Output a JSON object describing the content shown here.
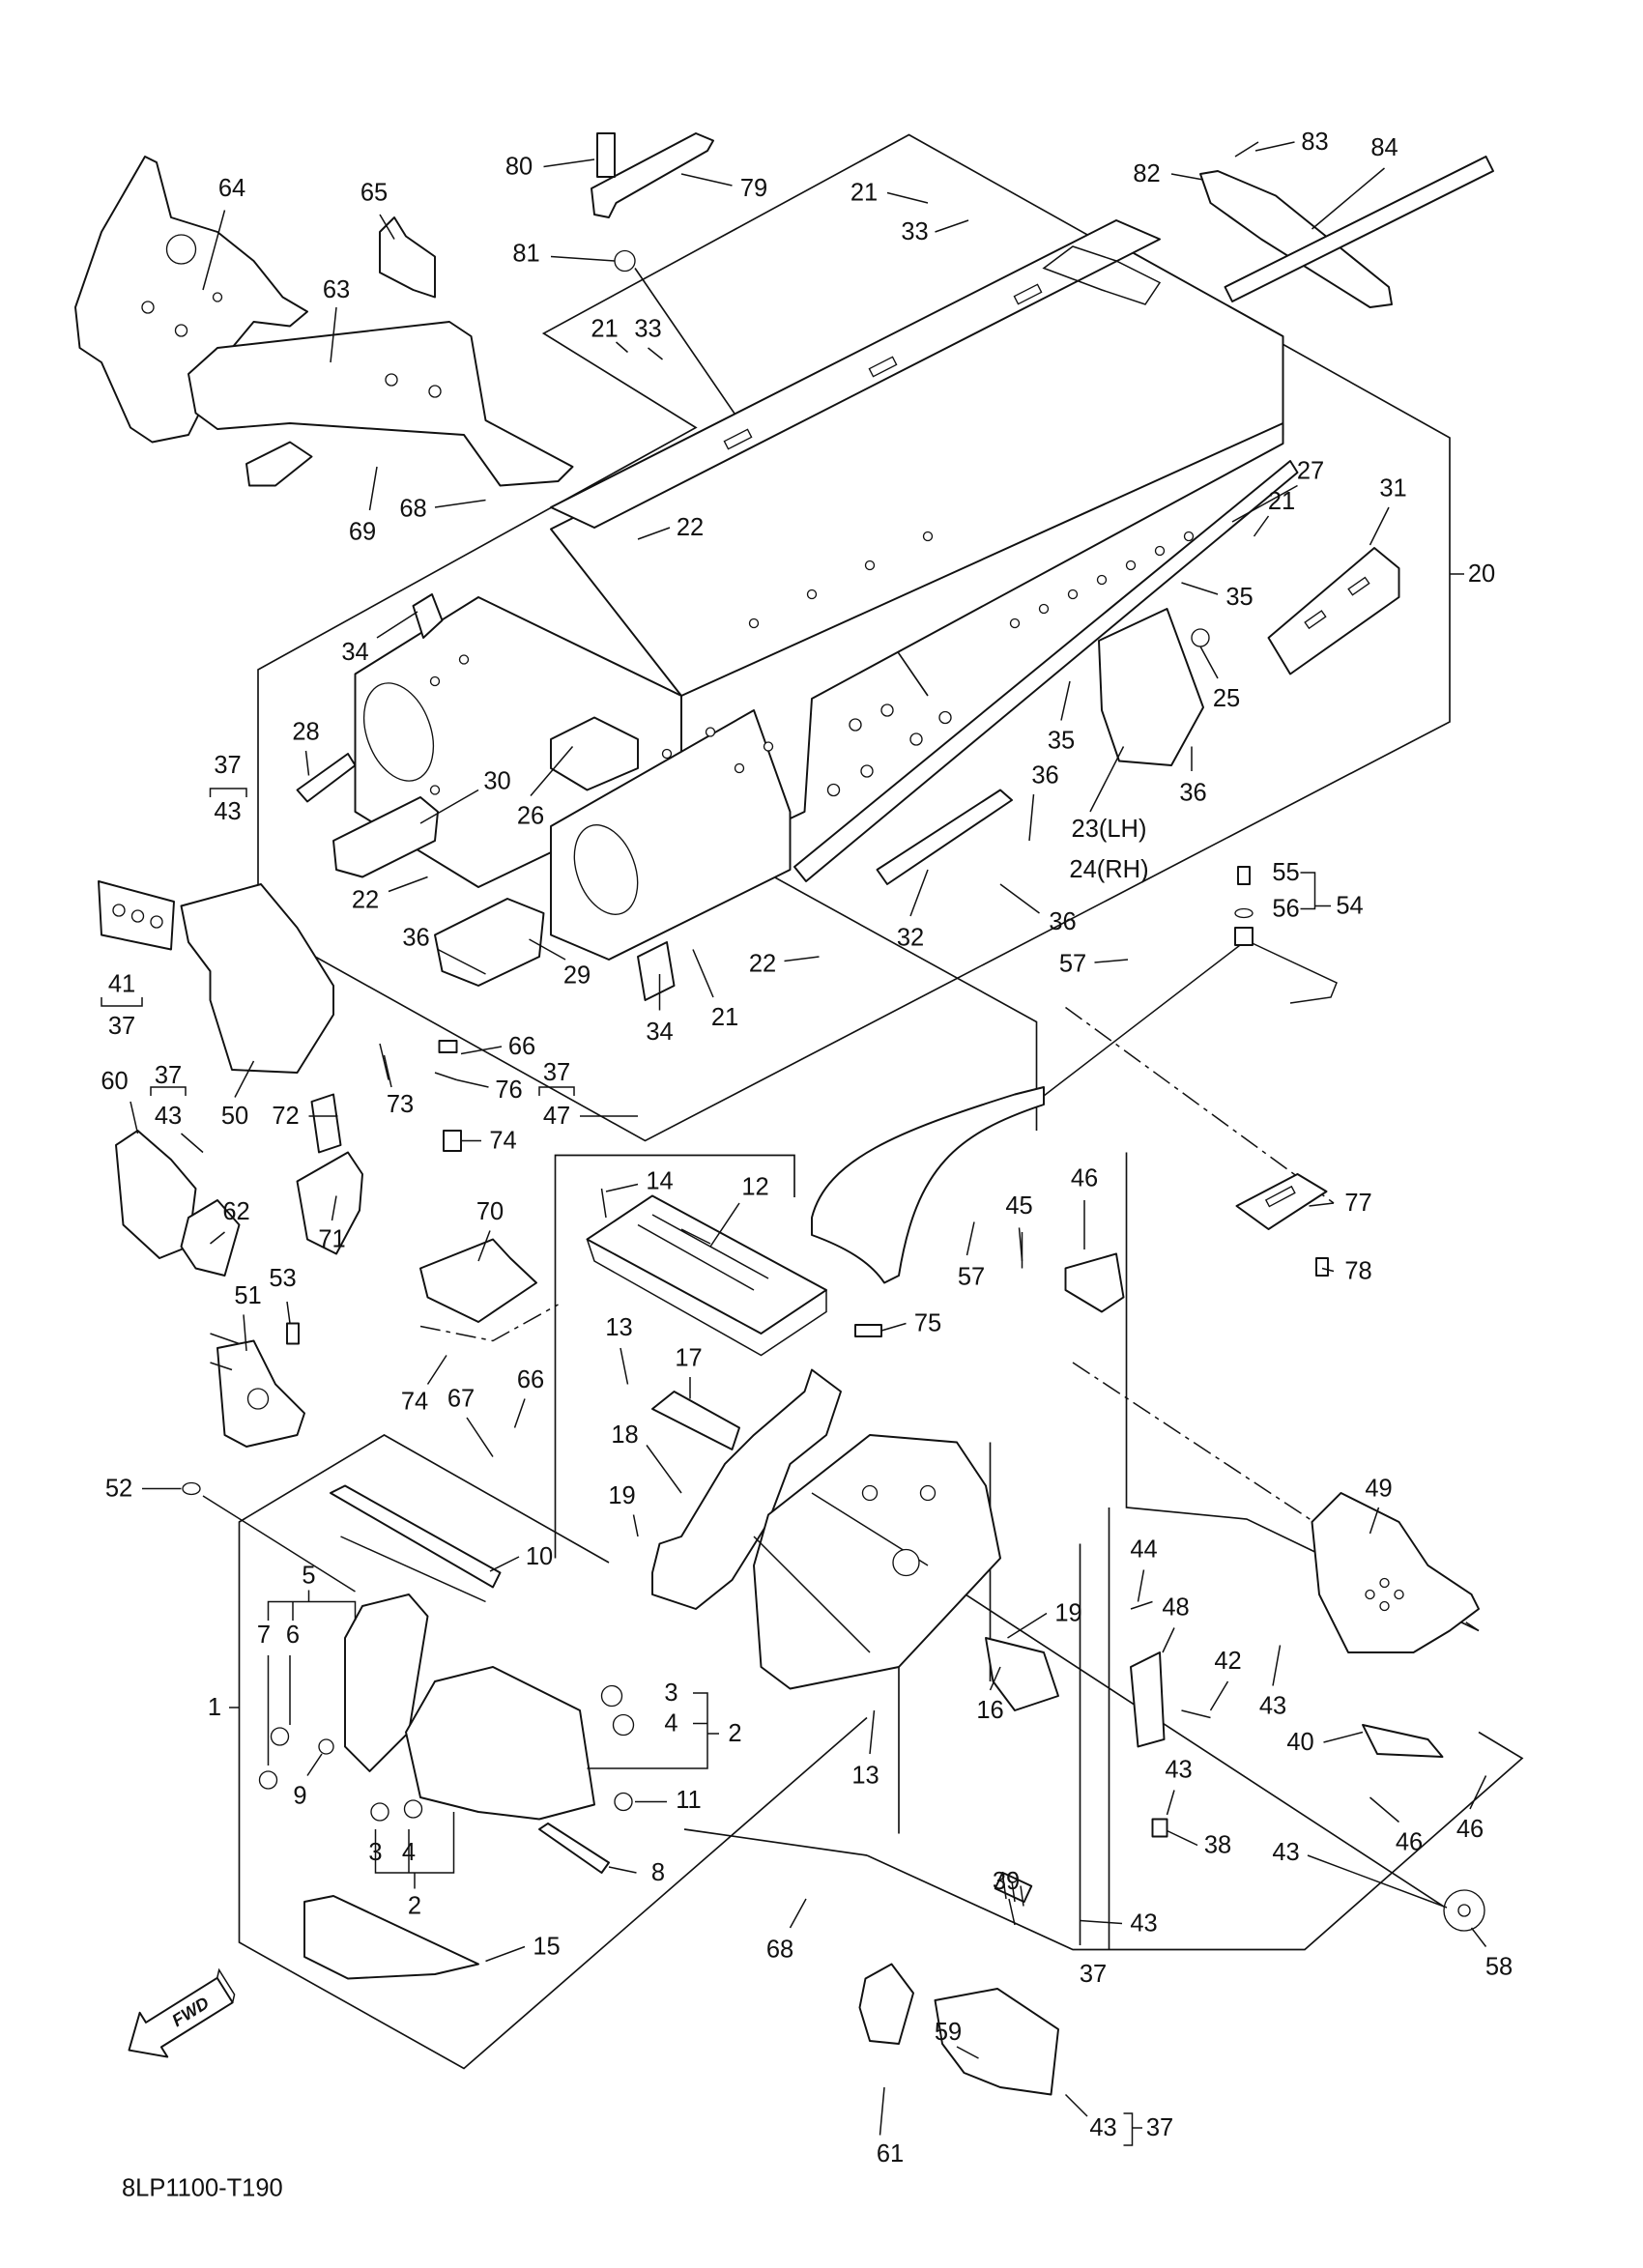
{
  "diagram": {
    "code": "8LP1100-T190",
    "fwd_label": "FWD"
  },
  "callouts": [
    "80",
    "79",
    "81",
    "64",
    "65",
    "63",
    "69",
    "68",
    "21",
    "33",
    "83",
    "84",
    "82",
    "21",
    "33",
    "22",
    "27",
    "31",
    "21",
    "20",
    "35",
    "25",
    "35",
    "36",
    "36",
    "23(LH)",
    "24(RH)",
    "34",
    "28",
    "30",
    "26",
    "37",
    "43",
    "22",
    "36",
    "29",
    "32",
    "36",
    "22",
    "34",
    "21",
    "55",
    "56",
    "54",
    "57",
    "41",
    "37",
    "66",
    "76",
    "37",
    "47",
    "60",
    "37",
    "43",
    "50",
    "73",
    "72",
    "74",
    "62",
    "71",
    "70",
    "14",
    "12",
    "77",
    "46",
    "45",
    "57",
    "78",
    "53",
    "51",
    "75",
    "13",
    "17",
    "74",
    "67",
    "66",
    "49",
    "18",
    "52",
    "19",
    "10",
    "5",
    "7",
    "6",
    "44",
    "48",
    "19",
    "42",
    "1",
    "3",
    "4",
    "2",
    "16",
    "43",
    "40",
    "13",
    "9",
    "11",
    "43",
    "46",
    "46",
    "38",
    "3",
    "4",
    "8",
    "2",
    "43",
    "39",
    "43",
    "15",
    "68",
    "37",
    "58",
    "59",
    "61",
    "43",
    "37"
  ]
}
